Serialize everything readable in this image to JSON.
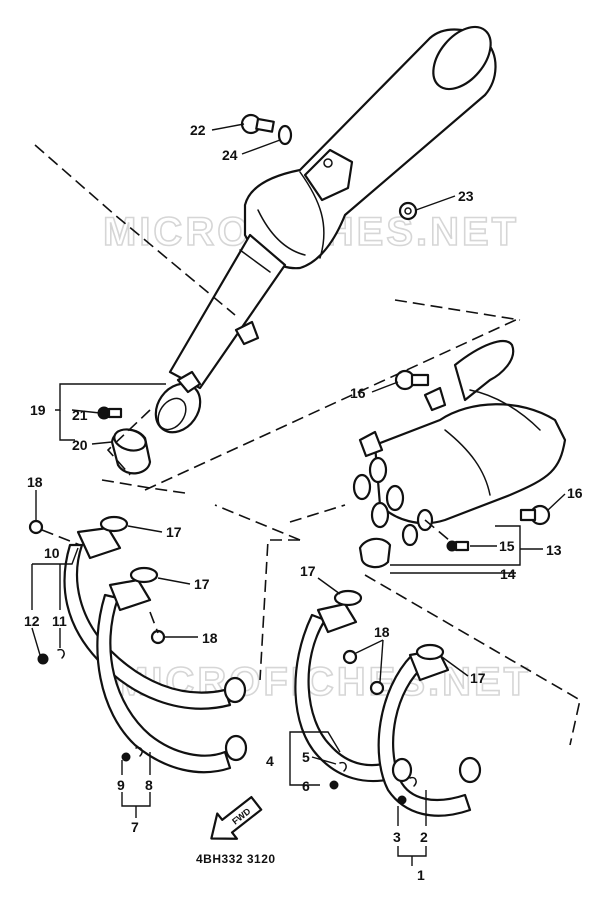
{
  "watermark": "MICROFICHES.NET",
  "diagram_code": "4BH332 3120",
  "arrow_label": "FWD",
  "callouts": [
    "1",
    "2",
    "3",
    "4",
    "5",
    "6",
    "7",
    "8",
    "9",
    "10",
    "11",
    "12",
    "13",
    "14",
    "15",
    "16",
    "16",
    "17",
    "17",
    "17",
    "17",
    "18",
    "18",
    "18",
    "19",
    "20",
    "21",
    "22",
    "23",
    "24"
  ]
}
